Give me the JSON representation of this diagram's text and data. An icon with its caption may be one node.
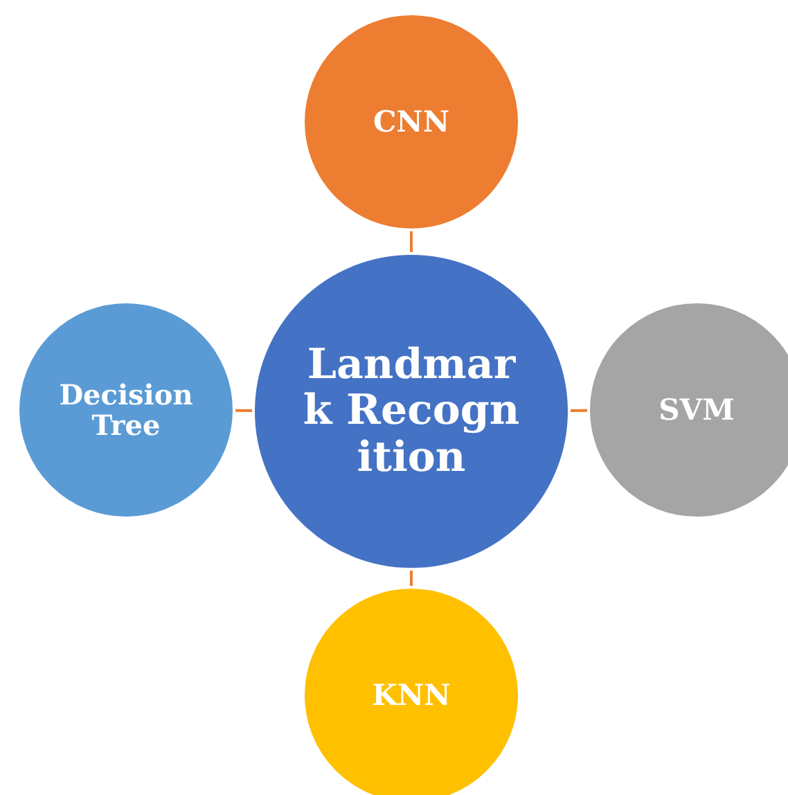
{
  "diagram": {
    "nodes": [
      {
        "text": [
          "CNN"
        ]
      },
      {
        "text": [
          "Decision Tree"
        ]
      },
      {
        "text": [
          "Landmark Recognition"
        ]
      },
      {
        "text": [
          "SVM"
        ]
      },
      {
        "text": [
          "KNN"
        ]
      }
    ],
    "edges": [
      {
        "from": 2,
        "to": 0,
        "arrow": "none"
      },
      {
        "from": 2,
        "to": 1,
        "arrow": "none"
      },
      {
        "from": 2,
        "to": 3,
        "arrow": "none"
      },
      {
        "from": 2,
        "to": 4,
        "arrow": "none"
      }
    ]
  }
}
